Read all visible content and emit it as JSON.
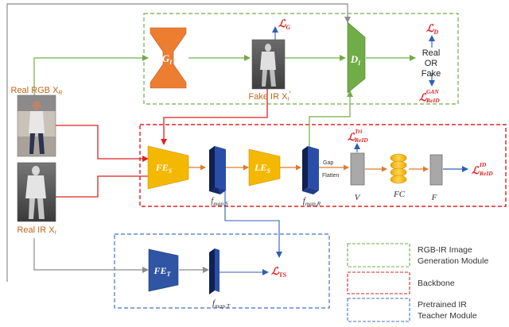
{
  "modules": {
    "generation": {
      "legend": "RGB-IR Image\nGeneration Module",
      "color": "#70ad47"
    },
    "backbone": {
      "legend": "Backbone",
      "color": "#e02020"
    },
    "teacher": {
      "legend": "Pretrained IR\nTeacher Module",
      "color": "#4472c4"
    }
  },
  "inputs": {
    "rgb_label": "Real RGB X",
    "rgb_sub": "R",
    "ir_label": "Real IR X",
    "ir_sub": "I",
    "fake_label": "Fake IR X",
    "fake_sub": "I",
    "fake_prime": "′"
  },
  "blocks": {
    "generator": {
      "main": "G",
      "sub": "I"
    },
    "discriminator": {
      "main": "D",
      "sub": "I"
    },
    "fe_student": {
      "main": "FE",
      "sub": "S"
    },
    "le_student": {
      "main": "LE",
      "sub": "S"
    },
    "fe_teacher": {
      "main": "FE",
      "sub": "T"
    }
  },
  "feature_maps": {
    "fmap_s": {
      "main": "f",
      "sub": "map,S"
    },
    "fmap_r": {
      "main": "f",
      "sub": "map,R"
    },
    "fmap_t": {
      "main": "f",
      "sub": "map,T"
    }
  },
  "ops": {
    "gap": "Gap",
    "flatten": "Flatten"
  },
  "vectors": {
    "v": "V",
    "fc": "FC",
    "f": "F"
  },
  "discriminator_output": {
    "line1": "Real",
    "line2": "OR",
    "line3": "Fake"
  },
  "losses": {
    "g": {
      "main": "ℒ",
      "sub": "G"
    },
    "d": {
      "main": "ℒ",
      "sub": "D"
    },
    "gan": {
      "main": "ℒ",
      "sup": "GAN",
      "sub": "ReID"
    },
    "tri": {
      "main": "ℒ",
      "sup": "Tri",
      "sub": "ReID"
    },
    "id": {
      "main": "ℒ",
      "sup": "ID",
      "sub": "ReID"
    },
    "ts": {
      "main": "ℒ",
      "sub": "TS"
    }
  },
  "colors": {
    "generator": "#ed7d31",
    "discriminator": "#70ad47",
    "extractor": "#f5b800",
    "teacher": "#2f55a4",
    "fmap": "#1f3c88",
    "vector": "#a0a0a0",
    "arrow_gray": "#8c8c8c",
    "arrow_red": "#e02020",
    "arrow_green": "#70ad47",
    "arrow_blue": "#2f5fb4",
    "arrow_orange": "#e07a2a"
  }
}
